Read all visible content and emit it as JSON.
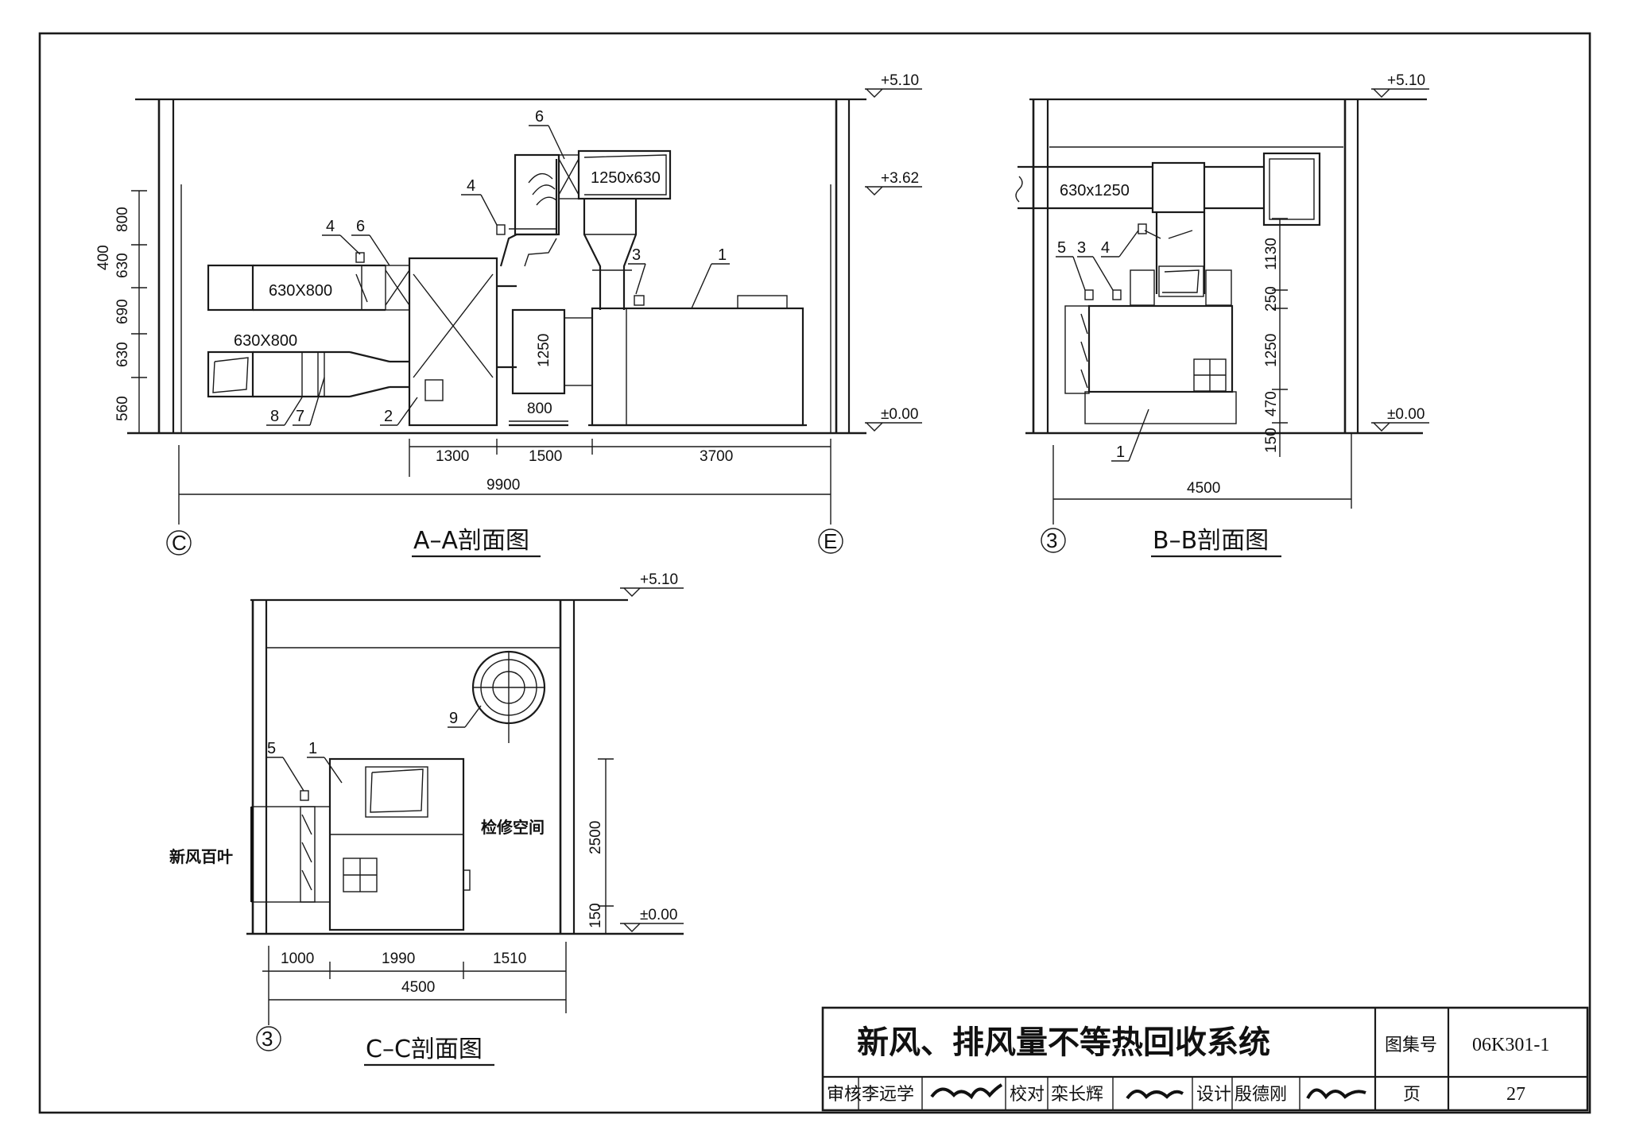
{
  "views": {
    "aa": {
      "title": "A–A剖面图",
      "elev_top": "+5.10",
      "elev_mid": "+3.62",
      "elev_zero": "±0.00",
      "duct_upper": "630X800",
      "duct_lower": "630X800",
      "duct_top": "1250x630",
      "duct_vert": "1250",
      "dims_vertical": [
        "800",
        "400",
        "630",
        "690",
        "630",
        "560"
      ],
      "dims_bottom": [
        "800",
        "1300",
        "1500",
        "3700",
        "9900"
      ],
      "callouts": [
        "6",
        "4",
        "4",
        "6",
        "3",
        "1",
        "2",
        "8",
        "7"
      ],
      "axis_left": "C",
      "axis_right": "E"
    },
    "bb": {
      "title": "B–B剖面图",
      "elev_top": "+5.10",
      "elev_zero": "±0.00",
      "duct": "630x1250",
      "dims_vertical": [
        "1130",
        "250",
        "1250",
        "470",
        "150"
      ],
      "dims_bottom": [
        "4500"
      ],
      "callouts": [
        "5",
        "3",
        "4",
        "1"
      ],
      "axis_left": "3"
    },
    "cc": {
      "title": "C–C剖面图",
      "elev_top": "+5.10",
      "elev_zero": "±0.00",
      "label_louver": "新风百叶",
      "label_space": "检修空间",
      "dims_vertical": [
        "2500",
        "150"
      ],
      "dims_bottom": [
        "1000",
        "1990",
        "1510",
        "4500"
      ],
      "callouts": [
        "5",
        "1",
        "9"
      ],
      "axis_left": "3"
    }
  },
  "title_block": {
    "title": "新风、排风量不等热回收系统",
    "atlas_label": "图集号",
    "atlas_no": "06K301-1",
    "review_label": "审核",
    "review_name": "李远学",
    "check_label": "校对",
    "check_name": "栾长辉",
    "design_label": "设计",
    "design_name": "殷德刚",
    "page_label": "页",
    "page_no": "27"
  }
}
